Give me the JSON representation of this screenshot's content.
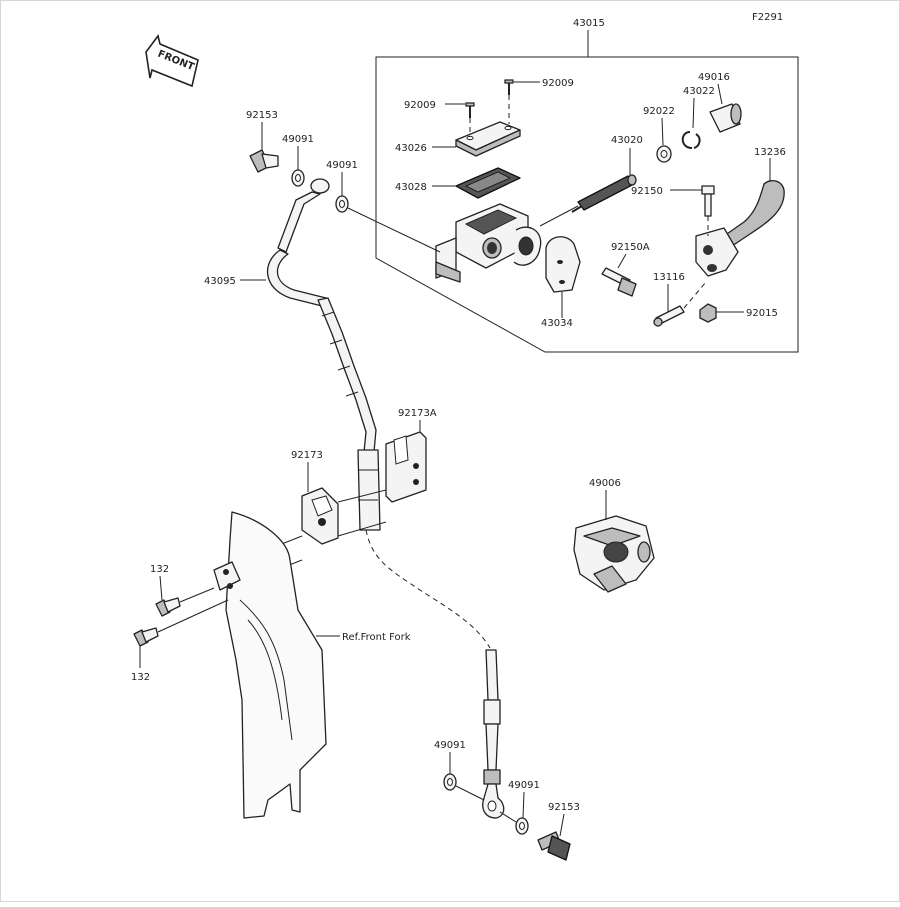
{
  "figure_code": "F2291",
  "front_badge": "FRONT",
  "reference_note": "Ref.Front Fork",
  "callouts": {
    "c43015": "43015",
    "c92009a": "92009",
    "c92009b": "92009",
    "c43026": "43026",
    "c43028": "43028",
    "c43020": "43020",
    "c92022": "92022",
    "c43022": "43022",
    "c49016": "49016",
    "c13236": "13236",
    "c92150": "92150",
    "c92150A": "92150A",
    "c13116": "13116",
    "c92015": "92015",
    "c43034": "43034",
    "c92153a": "92153",
    "c49091a": "49091",
    "c49091b": "49091",
    "c43095": "43095",
    "c92173A": "92173A",
    "c92173": "92173",
    "c49006": "49006",
    "c132a": "132",
    "c132b": "132",
    "c49091c": "49091",
    "c49091d": "49091",
    "c92153b": "92153"
  },
  "colors": {
    "line": "#222222",
    "part_fill": "#f4f4f4",
    "shade": "#bdbdbd",
    "dark": "#555555"
  }
}
